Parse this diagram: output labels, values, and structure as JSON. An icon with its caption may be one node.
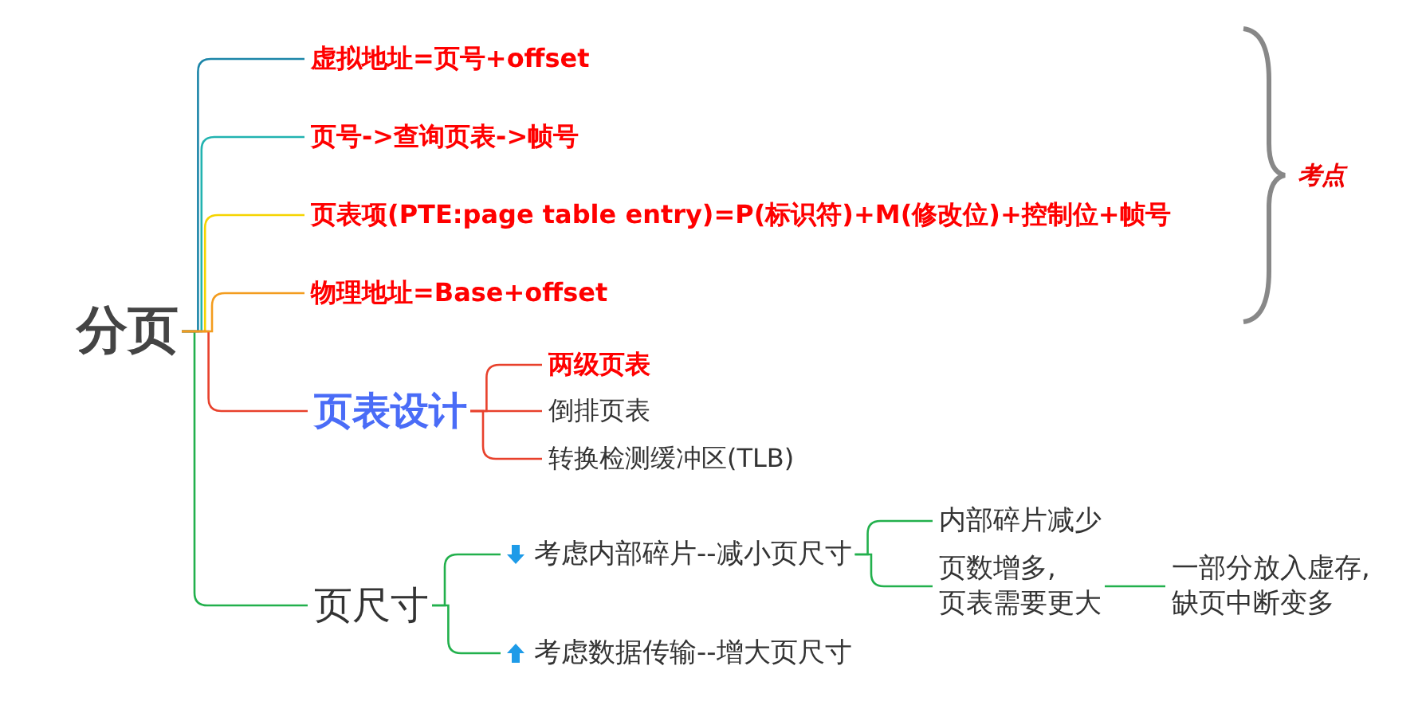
{
  "diagram": {
    "nodes": [
      {
        "text": [
          "分页"
        ]
      },
      {
        "text": [
          "虚拟地址=页号+offset"
        ]
      },
      {
        "text": [
          "页号->查询页表->帧号"
        ]
      },
      {
        "text": [
          "页表项(PTE:page table entry)=P(标识符)+M(修改位)+控制位+帧号"
        ]
      },
      {
        "text": [
          "物理地址=Base+offset"
        ]
      },
      {
        "text": [
          "页表设计"
        ]
      },
      {
        "text": [
          "两级页表"
        ]
      },
      {
        "text": [
          "倒排页表"
        ]
      },
      {
        "text": [
          "转换检测缓冲区(TLB)"
        ]
      },
      {
        "text": [
          "页尺寸"
        ]
      },
      {
        "text": [
          "考虑内部碎片--减小页尺寸"
        ]
      },
      {
        "text": [
          "内部碎片减少"
        ]
      },
      {
        "text": [
          "页数增多,页表需要更大"
        ]
      },
      {
        "text": [
          "一部分放入虚存,缺页中断变多"
        ]
      },
      {
        "text": [
          "考虑数据传输--增大页尺寸"
        ]
      }
    ],
    "edges": [
      {
        "from": 0,
        "to": 1,
        "arrow": "none",
        "color": "#1b85a8"
      },
      {
        "from": 0,
        "to": 2,
        "arrow": "none",
        "color": "#22b3b0"
      },
      {
        "from": 0,
        "to": 3,
        "arrow": "none",
        "color": "#f5d400"
      },
      {
        "from": 0,
        "to": 4,
        "arrow": "none",
        "color": "#f39c1e"
      },
      {
        "from": 0,
        "to": 5,
        "arrow": "none",
        "color": "#e8412c"
      },
      {
        "from": 0,
        "to": 9,
        "arrow": "none"
      },
      {
        "from": 5,
        "to": 6,
        "arrow": "none",
        "color": "#e8412c"
      },
      {
        "from": 5,
        "to": 7,
        "arrow": "none",
        "color": "#e8412c"
      },
      {
        "from": 5,
        "to": 8,
        "arrow": "none",
        "color": "#e8412c"
      },
      {
        "from": 9,
        "to": 10,
        "arrow": "none"
      },
      {
        "from": 9,
        "to": 14,
        "arrow": "none"
      },
      {
        "from": 10,
        "to": 11,
        "arrow": "none"
      },
      {
        "from": 10,
        "to": 12,
        "arrow": "none"
      },
      {
        "from": 12,
        "to": 13,
        "arrow": "none"
      }
    ],
    "labels": [
      "考点"
    ]
  }
}
